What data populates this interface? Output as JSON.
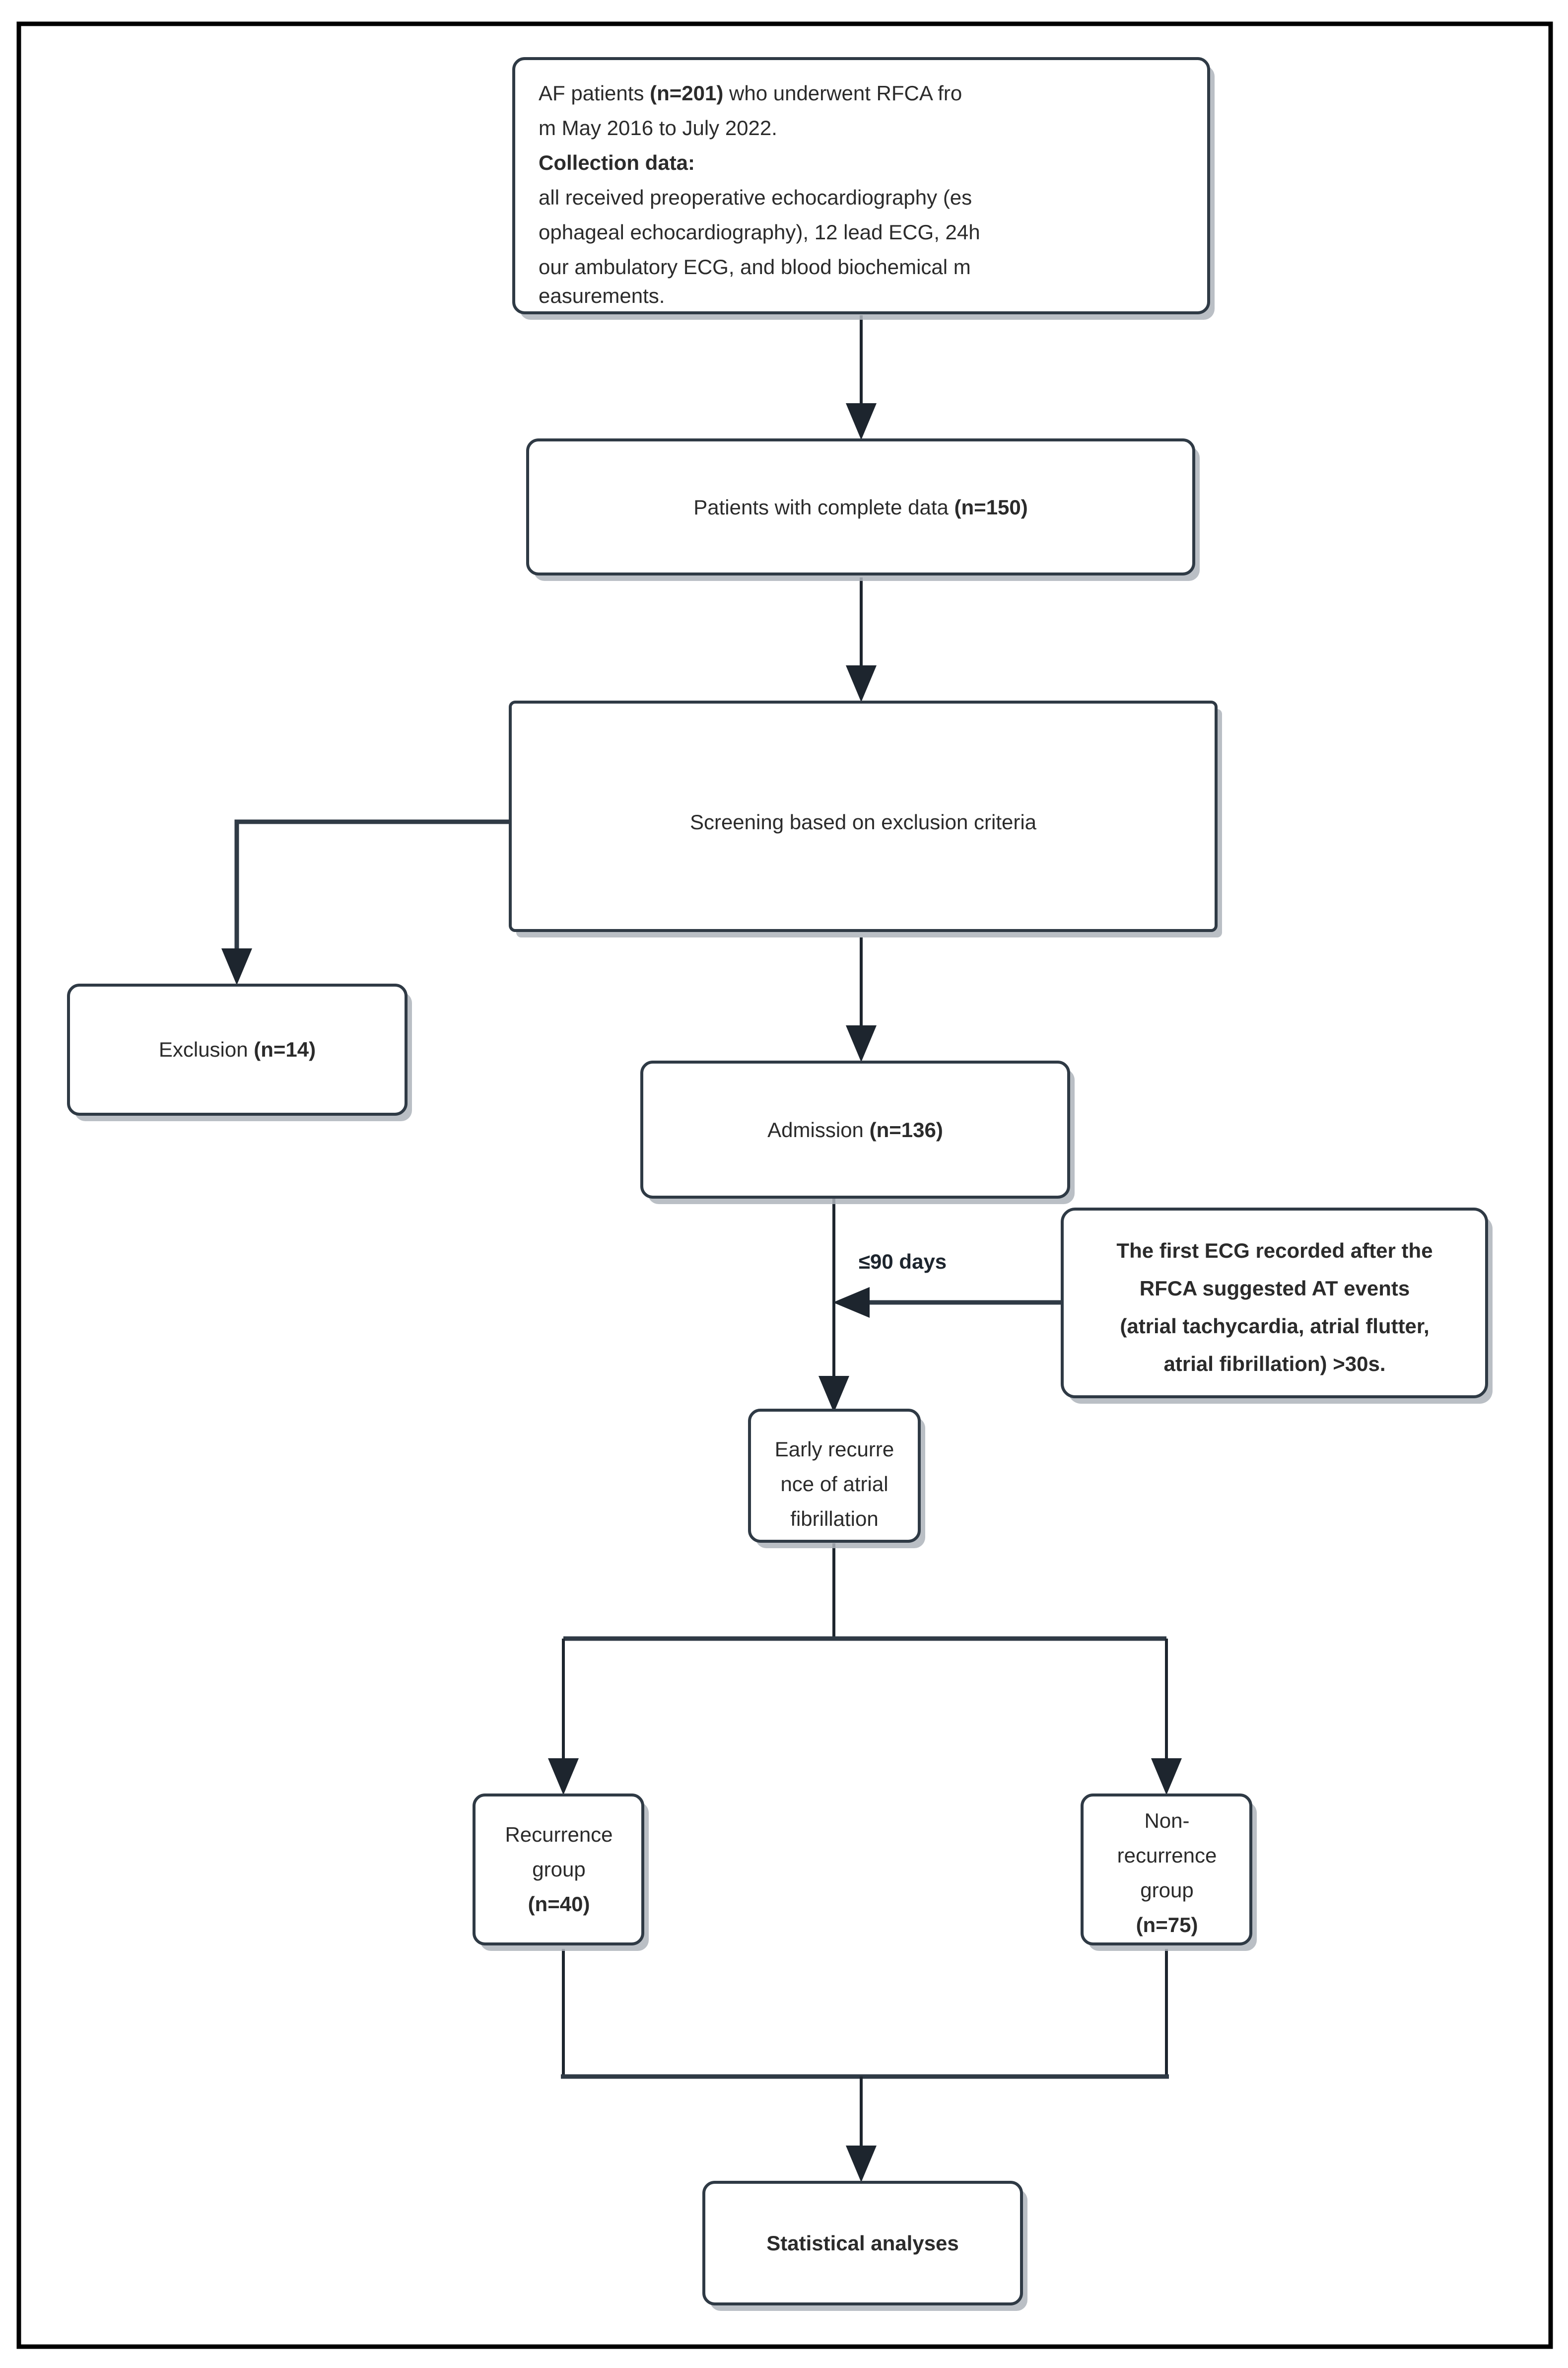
{
  "figure": {
    "type": "study-flowchart",
    "title": "AF RFCA study patient flow",
    "frame": {
      "border_color": "#000000"
    },
    "colors": {
      "box_border": "#2f3a45",
      "box_fill": "#ffffff",
      "connector": "#1d252e",
      "text": "#2b2b2b",
      "shadow": "#aeb4bb"
    }
  },
  "nodes": {
    "enrollment": {
      "id": "enrollment-box",
      "lines": [
        {
          "segments": [
            {
              "text": "AF patients ",
              "bold": false
            },
            {
              "text": "(n=201)",
              "bold": true
            },
            {
              "text": " who underwent RFCA fro",
              "bold": false
            }
          ]
        },
        {
          "segments": [
            {
              "text": "m May 2016 to July 2022.",
              "bold": false
            }
          ]
        },
        {
          "segments": [
            {
              "text": "Collection data:",
              "bold": true
            }
          ]
        },
        {
          "segments": [
            {
              "text": "all received preoperative echocardiography (es",
              "bold": false
            }
          ]
        },
        {
          "segments": [
            {
              "text": "ophageal echocardiography), 12 lead ECG, 24h",
              "bold": false
            }
          ]
        },
        {
          "segments": [
            {
              "text": "our ambulatory ECG, and blood biochemical m",
              "bold": false
            }
          ]
        },
        {
          "segments": [
            {
              "text": "easurements.",
              "bold": false
            }
          ]
        }
      ],
      "plain_text": "AF patients (n=201) who underwent RFCA from May 2016 to July 2022. Collection data: all received preoperative echocardiography (esophageal echocardiography), 12 lead ECG, 24hour ambulatory ECG, and blood biochemical measurements."
    },
    "complete_data": {
      "id": "complete-data-box",
      "lines": [
        {
          "segments": [
            {
              "text": "Patients with complete data ",
              "bold": false
            },
            {
              "text": "(n=150)",
              "bold": true
            }
          ]
        }
      ],
      "plain_text": "Patients with complete data (n=150)",
      "count": 150
    },
    "screening": {
      "id": "screening-box",
      "lines": [
        {
          "segments": [
            {
              "text": "Screening based on exclusion criteria",
              "bold": false
            }
          ]
        }
      ],
      "plain_text": "Screening based on exclusion criteria"
    },
    "exclusion": {
      "id": "exclusion-box",
      "lines": [
        {
          "segments": [
            {
              "text": "Exclusion ",
              "bold": false
            },
            {
              "text": "(n=14)",
              "bold": true
            }
          ]
        }
      ],
      "plain_text": "Exclusion (n=14)",
      "count": 14
    },
    "admission": {
      "id": "admission-box",
      "lines": [
        {
          "segments": [
            {
              "text": "Admission ",
              "bold": false
            },
            {
              "text": "(n=136)",
              "bold": true
            }
          ]
        }
      ],
      "plain_text": "Admission (n=136)",
      "count": 136
    },
    "ecg_definition": {
      "id": "ecg-definition-box",
      "lines": [
        {
          "segments": [
            {
              "text": "The first ECG recorded after the",
              "bold": true
            }
          ]
        },
        {
          "segments": [
            {
              "text": "RFCA suggested AT events",
              "bold": true
            }
          ]
        },
        {
          "segments": [
            {
              "text": "(atrial tachycardia, atrial flutter,",
              "bold": true
            }
          ]
        },
        {
          "segments": [
            {
              "text": "atrial fibrillation) >30s.",
              "bold": true
            }
          ]
        }
      ],
      "plain_text": "The first ECG recorded after the RFCA suggested AT events (atrial tachycardia, atrial flutter, atrial fibrillation) >30s."
    },
    "early_recurrence": {
      "id": "early-recurrence-box",
      "lines": [
        {
          "segments": [
            {
              "text": "Early recurre",
              "bold": false
            }
          ]
        },
        {
          "segments": [
            {
              "text": "nce of atrial",
              "bold": false
            }
          ]
        },
        {
          "segments": [
            {
              "text": "fibrillation",
              "bold": false
            }
          ]
        }
      ],
      "plain_text": "Early recurrence of atrial fibrillation"
    },
    "recurrence_group": {
      "id": "recurrence-group-box",
      "lines": [
        {
          "segments": [
            {
              "text": "Recurrence",
              "bold": false
            }
          ]
        },
        {
          "segments": [
            {
              "text": "group",
              "bold": false
            }
          ]
        },
        {
          "segments": [
            {
              "text": "(n=40)",
              "bold": true
            }
          ]
        }
      ],
      "plain_text": "Recurrence group (n=40)",
      "count": 40
    },
    "non_recurrence_group": {
      "id": "non-recurrence-group-box",
      "lines": [
        {
          "segments": [
            {
              "text": "Non-",
              "bold": false
            }
          ]
        },
        {
          "segments": [
            {
              "text": "recurrence",
              "bold": false
            }
          ]
        },
        {
          "segments": [
            {
              "text": "group",
              "bold": false
            }
          ]
        },
        {
          "segments": [
            {
              "text": "(n=75)",
              "bold": true
            }
          ]
        }
      ],
      "plain_text": "Non-recurrence group (n=75)",
      "count": 75
    },
    "statistical_analyses": {
      "id": "statistical-analyses-box",
      "lines": [
        {
          "segments": [
            {
              "text": "Statistical analyses",
              "bold": true
            }
          ]
        }
      ],
      "plain_text": "Statistical analyses"
    }
  },
  "edge_labels": {
    "followup_window": "≤90 days"
  }
}
